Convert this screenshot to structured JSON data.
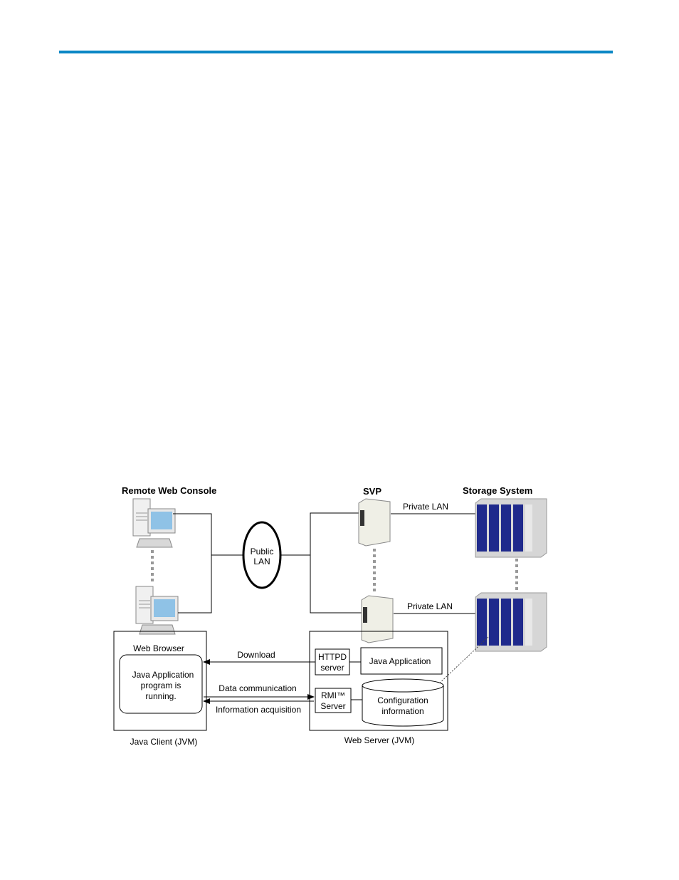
{
  "diagram": {
    "title_remote_web_console": "Remote Web Console",
    "title_svp": "SVP",
    "title_storage_system": "Storage System",
    "public_lan_line1": "Public",
    "public_lan_line2": "LAN",
    "private_lan_top": "Private LAN",
    "private_lan_bottom": "Private LAN",
    "web_browser": "Web Browser",
    "java_app_running_line1": "Java Application",
    "java_app_running_line2": "program is",
    "java_app_running_line3": "running.",
    "java_client": "Java Client (JVM)",
    "download": "Download",
    "data_communication": "Data communication",
    "information_acquisition": "Information acquisition",
    "httpd_line1": "HTTPD",
    "httpd_line2": "server",
    "java_application": "Java Application",
    "rmi_line1": "RMI™",
    "rmi_line2": "Server",
    "config_line1": "Configuration",
    "config_line2": "information",
    "web_server": "Web Server (JVM)"
  },
  "colors": {
    "accent_rule": "#0b87c5",
    "storage_blue": "#1f2a8c"
  }
}
